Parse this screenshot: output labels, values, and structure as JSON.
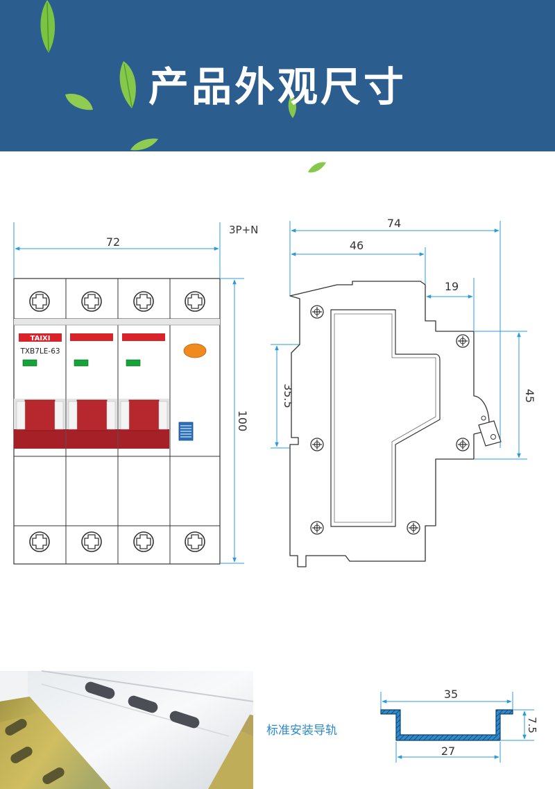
{
  "banner": {
    "title": "产品外观尺寸",
    "color": "#2c5d8f"
  },
  "front_view": {
    "config_label": "3P+N",
    "width_dim": "72",
    "height_dim": "100",
    "brand": "TAIXI",
    "model": "TXB7LE-63",
    "poles": 3
  },
  "side_view": {
    "overall_depth": "74",
    "mid_depth": "46",
    "top_offset": "19",
    "rail_height": "35.5",
    "face_height": "45"
  },
  "din_rail": {
    "label": "标准安装导轨",
    "top_width": "35",
    "bottom_width": "27",
    "depth": "7.5"
  },
  "colors": {
    "dim_line": "#2d9ad8",
    "accent_red": "#c9242b",
    "handle": "#b7282e",
    "green": "#19a33b",
    "indicator": "#f08a1e",
    "test_button": "#2a6fb8"
  }
}
